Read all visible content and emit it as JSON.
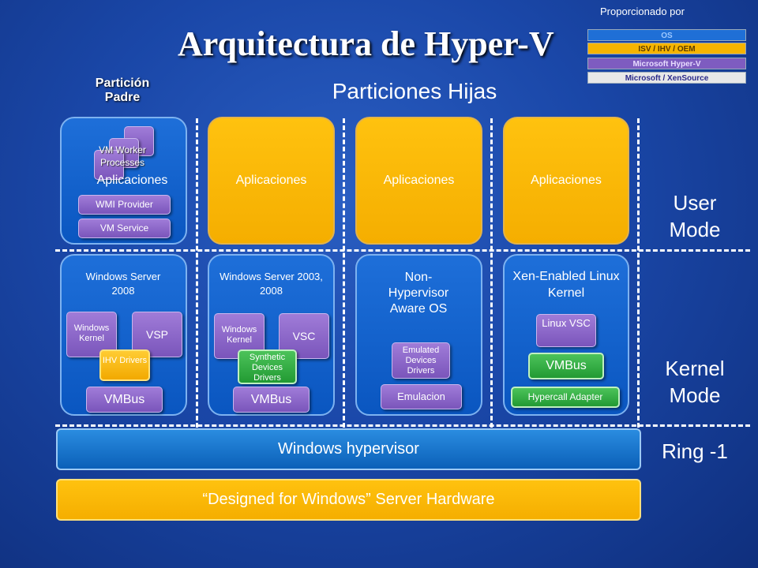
{
  "title": "Arquitectura de Hyper-V",
  "legend": {
    "heading": "Proporcionado por",
    "items": [
      {
        "label": "OS",
        "color": "#1f6fd6",
        "text_color": "#9cc8ff"
      },
      {
        "label": "ISV / IHV / OEM",
        "color": "#f6b400",
        "text_color": "#5a3a00"
      },
      {
        "label": "Microsoft Hyper-V",
        "color": "#7e5cc0",
        "text_color": "#e8dcff"
      },
      {
        "label": "Microsoft / XenSource",
        "color": "#e8e8e8",
        "text_color": "#2a2a8a"
      }
    ]
  },
  "headers": {
    "parent": "Partición Padre",
    "children": "Particiones Hijas"
  },
  "side_labels": {
    "user_mode": "User Mode",
    "kernel_mode": "Kernel Mode",
    "ring": "Ring -1"
  },
  "parent": {
    "worker": "VM Worker Processes",
    "apps": "Aplicaciones",
    "wmi": "WMI Provider",
    "vm_service": "VM Service",
    "os": "Windows Server 2008",
    "kernel": "Windows Kernel",
    "vsp": "VSP",
    "ihv": "IHV Drivers",
    "vmbus": "VMBus"
  },
  "child1": {
    "apps": "Aplicaciones",
    "os": "Windows Server 2003, 2008",
    "kernel": "Windows Kernel",
    "vsc": "VSC",
    "synthetic": "Synthetic Devices Drivers",
    "vmbus": "VMBus"
  },
  "child2": {
    "apps": "Aplicaciones",
    "os": "Non-Hypervisor Aware OS",
    "emulated": "Emulated Devices Drivers",
    "emulation": "Emulacion"
  },
  "child3": {
    "apps": "Aplicaciones",
    "os": "Xen-Enabled Linux Kernel",
    "linux_vsc": "Linux VSC",
    "vmbus": "VMBus",
    "hypercall": "Hypercall Adapter"
  },
  "hypervisor": "Windows hypervisor",
  "hardware": "“Designed for Windows” Server Hardware"
}
